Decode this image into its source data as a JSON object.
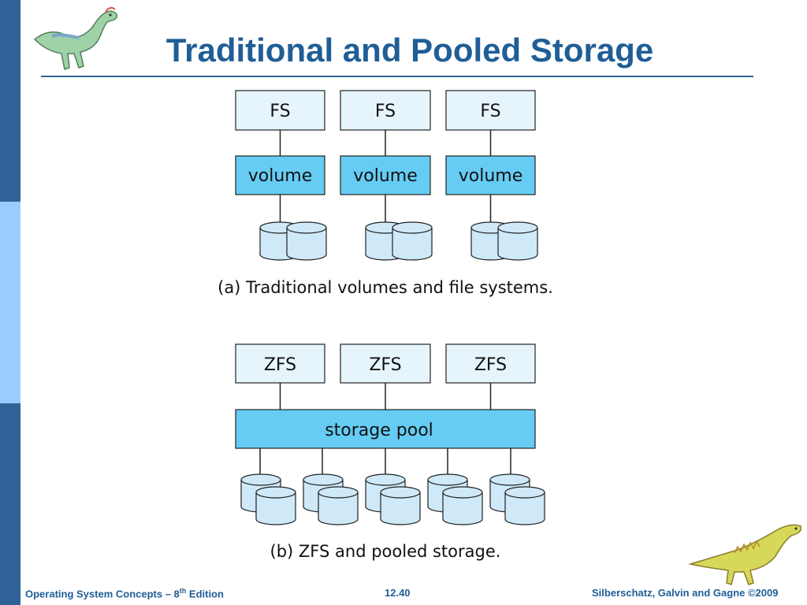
{
  "slide": {
    "title": "Traditional and Pooled Storage"
  },
  "diagram_a": {
    "fs_labels": [
      "FS",
      "FS",
      "FS"
    ],
    "volume_labels": [
      "volume",
      "volume",
      "volume"
    ],
    "caption": "(a) Traditional volumes and file systems."
  },
  "diagram_b": {
    "zfs_labels": [
      "ZFS",
      "ZFS",
      "ZFS"
    ],
    "pool_label": "storage pool",
    "caption": "(b) ZFS and pooled storage."
  },
  "footer": {
    "book_prefix": "Operating System Concepts – 8",
    "book_sup": "th",
    "book_suffix": " Edition",
    "page_number": "12.40",
    "authors": "Silberschatz, Galvin and Gagne ©2009"
  },
  "colors": {
    "title": "#1f5e96",
    "light_box": "#e6f5fc",
    "dark_box": "#66ccf4",
    "disk": "#cfe9f8",
    "sidebar_dark": "#2f6398",
    "sidebar_light": "#99ccff"
  }
}
